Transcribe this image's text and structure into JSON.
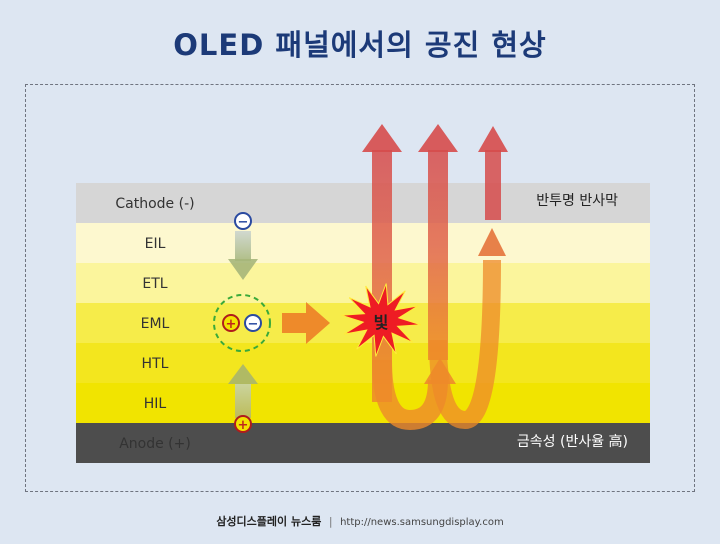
{
  "title": "OLED 패널에서의 공진 현상",
  "layers": [
    {
      "label": "Cathode (-)",
      "color": "#d6d6d6",
      "text_color": "#333333"
    },
    {
      "label": "EIL",
      "color": "#fdf8cf",
      "text_color": "#333333"
    },
    {
      "label": "ETL",
      "color": "#fbf59c",
      "text_color": "#333333"
    },
    {
      "label": "EML",
      "color": "#f6ec4a",
      "text_color": "#333333"
    },
    {
      "label": "HTL",
      "color": "#f3e61e",
      "text_color": "#333333"
    },
    {
      "label": "HIL",
      "color": "#f1e400",
      "text_color": "#333333"
    },
    {
      "label": "Anode (+)",
      "color": "#4d4d4d",
      "text_color": "#ffffff"
    }
  ],
  "side_labels": {
    "cathode": "반투명 반사막",
    "anode": "금속성 (반사율 高)"
  },
  "burst_label": "빛",
  "symbols": {
    "minus": "−",
    "plus": "+"
  },
  "colors": {
    "arrow_red": "#d9534f",
    "arrow_orange": "#ee8a2a",
    "burst": "#ee1c24",
    "dashed_circle": "#3aa93a",
    "title": "#1c3a78"
  },
  "footer": {
    "brand": "삼성디스플레이 뉴스룸",
    "separator": "|",
    "url": "http://news.samsungdisplay.com"
  }
}
